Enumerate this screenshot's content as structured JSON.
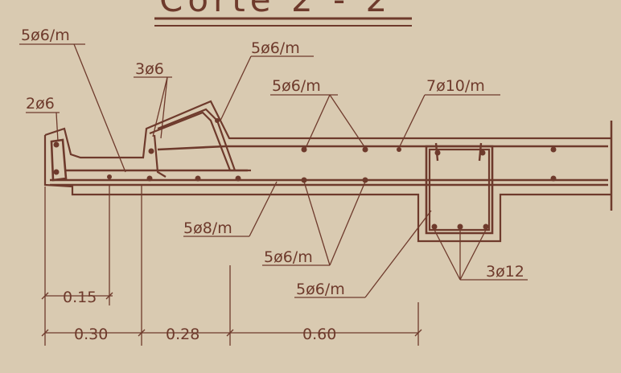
{
  "drawing": {
    "title": "Corte 2 - 2",
    "labels": {
      "l1": "5ø6/m",
      "l2": "3ø6",
      "l3": "5ø6/m",
      "l4": "5ø6/m",
      "l5": "7ø10/m",
      "l6": "2ø6",
      "l7": "5ø8/m",
      "l8": "5ø6/m",
      "l9": "5ø6/m",
      "l10": "3ø12"
    },
    "dimensions": {
      "d1": "0.15",
      "d2": "0.30",
      "d3": "0.28",
      "d4": "0.60"
    },
    "colors": {
      "background": "#d9cab1",
      "ink": "#6e3a2c"
    }
  }
}
